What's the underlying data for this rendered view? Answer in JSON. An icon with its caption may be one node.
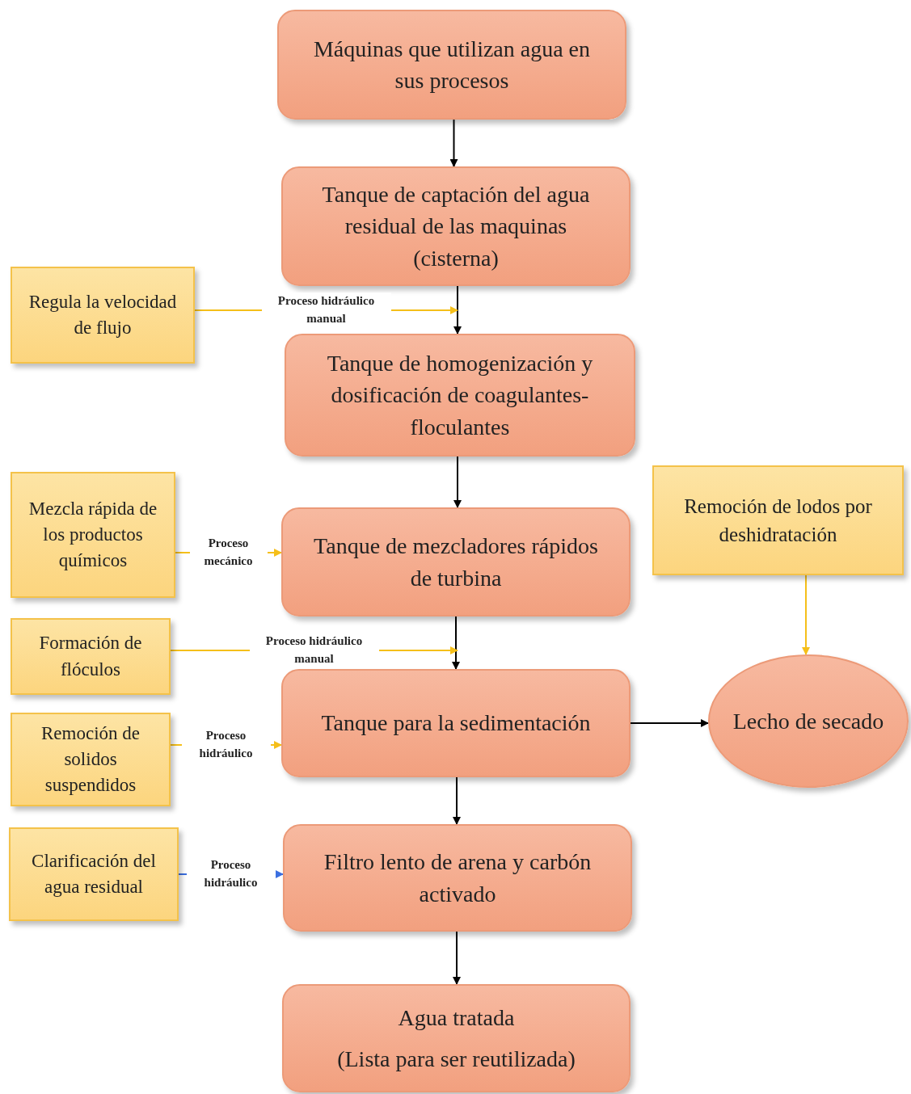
{
  "diagram": {
    "nodes": [
      {
        "text": [
          "Máquinas que utilizan agua en sus procesos"
        ]
      },
      {
        "text": [
          "Tanque de captación del agua residual de las maquinas (cisterna)"
        ]
      },
      {
        "text": [
          "Regula la velocidad de flujo"
        ]
      },
      {
        "text": [
          "Tanque de homogenización y dosificación de coagulantes-floculantes"
        ]
      },
      {
        "text": [
          "Mezcla rápida de los productos químicos"
        ]
      },
      {
        "text": [
          "Tanque de mezcladores rápidos de turbina"
        ]
      },
      {
        "text": [
          "Remoción de lodos por deshidratación"
        ]
      },
      {
        "text": [
          "Formación de flóculos"
        ]
      },
      {
        "text": [
          "Tanque para la sedimentación"
        ]
      },
      {
        "text": [
          "Lecho de secado"
        ]
      },
      {
        "text": [
          "Remoción de solidos suspendidos"
        ]
      },
      {
        "text": [
          "Filtro lento de arena y carbón activado"
        ]
      },
      {
        "text": [
          "Clarificación del agua residual"
        ]
      },
      {
        "text": [
          "Agua tratada",
          "(Lista para ser reutilizada)"
        ]
      }
    ],
    "edges": [
      {
        "from": 0,
        "to": 1,
        "arrow": "to"
      },
      {
        "from": 1,
        "to": 3,
        "arrow": "to"
      },
      {
        "from": 2,
        "to": 1,
        "arrow": "to",
        "label": "Proceso hidráulico manual",
        "color": "#f5bf1a"
      },
      {
        "from": 3,
        "to": 5,
        "arrow": "to"
      },
      {
        "from": 4,
        "to": 5,
        "arrow": "to",
        "label": "Proceso mecánico",
        "color": "#f5bf1a"
      },
      {
        "from": 5,
        "to": 8,
        "arrow": "to"
      },
      {
        "from": 7,
        "to": 8,
        "arrow": "to",
        "label": "Proceso hidráulico manual",
        "color": "#f5bf1a"
      },
      {
        "from": 6,
        "to": 9,
        "arrow": "to",
        "color": "#f5bf1a"
      },
      {
        "from": 10,
        "to": 8,
        "arrow": "to",
        "label": "Proceso hidráulico",
        "color": "#f5bf1a"
      },
      {
        "from": 8,
        "to": 9,
        "arrow": "to"
      },
      {
        "from": 8,
        "to": 11,
        "arrow": "to"
      },
      {
        "from": 12,
        "to": 11,
        "arrow": "to",
        "label": "Proceso hidráulico",
        "color": "#3b6fe0"
      },
      {
        "from": 11,
        "to": 13,
        "arrow": "to"
      }
    ]
  }
}
